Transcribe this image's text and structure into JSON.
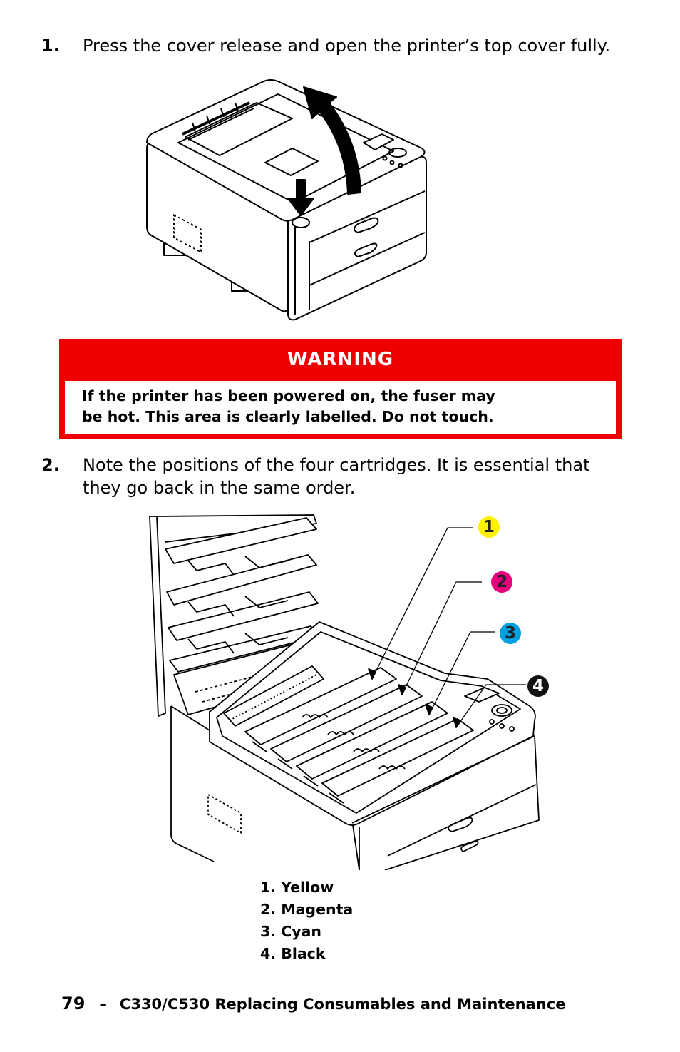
{
  "step1": {
    "number": "1.",
    "text": "Press the cover release and open the printer’s top cover fully."
  },
  "warning": {
    "title": "WARNING",
    "line1": "If the printer has been powered on, the fuser may",
    "line2": "be hot. This area is clearly labelled. Do not touch."
  },
  "step2": {
    "number": "2.",
    "text": "Note the positions of the four cartridges. It is essential that they go back in the same order."
  },
  "callouts": [
    {
      "label": "1",
      "color": "#fff200"
    },
    {
      "label": "2",
      "color": "#e6007e"
    },
    {
      "label": "3",
      "color": "#00a0e3"
    },
    {
      "label": "4",
      "color": "#111111"
    }
  ],
  "legend": [
    "1. Yellow",
    "2. Magenta",
    "3. Cyan",
    "4. Black"
  ],
  "footer": {
    "page_number": "79",
    "separator": "–",
    "title": "C330/C530 Replacing Consumables and Maintenance"
  },
  "colors": {
    "warning_red": "#ee0000"
  }
}
